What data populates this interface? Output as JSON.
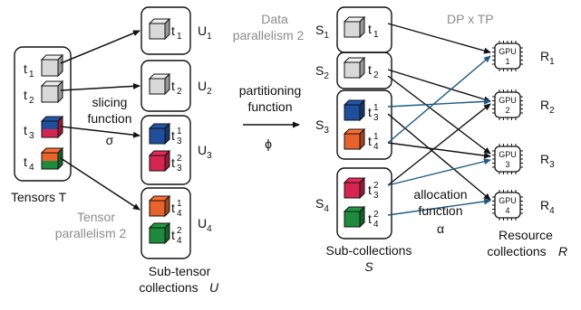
{
  "tensors": {
    "items": [
      {
        "label": "t",
        "sub": "1",
        "top": "#d9d9d9",
        "bottom": "#d9d9d9"
      },
      {
        "label": "t",
        "sub": "2",
        "top": "#d9d9d9",
        "bottom": "#d9d9d9"
      },
      {
        "label": "t",
        "sub": "3",
        "top": "#1f4e9c",
        "bottom": "#d6254f"
      },
      {
        "label": "t",
        "sub": "4",
        "top": "#e8632c",
        "bottom": "#1e8a3c"
      }
    ],
    "caption": "Tensors T"
  },
  "slicing": {
    "line1": "slicing",
    "line2": "function",
    "symbol": "σ"
  },
  "tensor_parallelism": {
    "line1": "Tensor",
    "line2": "parallelism 2"
  },
  "subtensor_collections": {
    "groups": [
      {
        "name": "U",
        "sub": "1",
        "items": [
          {
            "label": "t",
            "sub": "1",
            "sup": "",
            "color": "#d9d9d9"
          }
        ]
      },
      {
        "name": "U",
        "sub": "2",
        "items": [
          {
            "label": "t",
            "sub": "2",
            "sup": "",
            "color": "#d9d9d9"
          }
        ]
      },
      {
        "name": "U",
        "sub": "3",
        "items": [
          {
            "label": "t",
            "sub": "3",
            "sup": "1",
            "color": "#1f4e9c"
          },
          {
            "label": "t",
            "sub": "3",
            "sup": "2",
            "color": "#d6254f"
          }
        ]
      },
      {
        "name": "U",
        "sub": "4",
        "items": [
          {
            "label": "t",
            "sub": "4",
            "sup": "1",
            "color": "#e8632c"
          },
          {
            "label": "t",
            "sub": "4",
            "sup": "2",
            "color": "#1e8a3c"
          }
        ]
      }
    ],
    "caption_line1": "Sub-tensor",
    "caption_line2": "collections",
    "caption_symbol": "U"
  },
  "data_parallelism": {
    "line1": "Data",
    "line2": "parallelism 2"
  },
  "partitioning": {
    "line1": "partitioning",
    "line2": "function",
    "symbol": "ϕ"
  },
  "subcollections": {
    "groups": [
      {
        "name": "S",
        "sub": "1",
        "items": [
          {
            "label": "t",
            "sub": "1",
            "sup": "",
            "color": "#d9d9d9"
          }
        ]
      },
      {
        "name": "S",
        "sub": "2",
        "items": [
          {
            "label": "t",
            "sub": "2",
            "sup": "",
            "color": "#d9d9d9"
          }
        ]
      },
      {
        "name": "S",
        "sub": "3",
        "items": [
          {
            "label": "t",
            "sub": "3",
            "sup": "1",
            "color": "#1f4e9c"
          },
          {
            "label": "t",
            "sub": "4",
            "sup": "1",
            "color": "#e8632c"
          }
        ]
      },
      {
        "name": "S",
        "sub": "4",
        "items": [
          {
            "label": "t",
            "sub": "3",
            "sup": "2",
            "color": "#d6254f"
          },
          {
            "label": "t",
            "sub": "4",
            "sup": "2",
            "color": "#1e8a3c"
          }
        ]
      }
    ],
    "caption_line1": "Sub-collections",
    "caption_symbol": "S"
  },
  "dp_tp": "DP x TP",
  "allocation": {
    "line1": "allocation",
    "line2": "function",
    "symbol": "α"
  },
  "resources": {
    "gpus": [
      {
        "label": "GPU",
        "num": "1",
        "name": "R",
        "sub": "1"
      },
      {
        "label": "GPU",
        "num": "2",
        "name": "R",
        "sub": "2"
      },
      {
        "label": "GPU",
        "num": "3",
        "name": "R",
        "sub": "3"
      },
      {
        "label": "GPU",
        "num": "4",
        "name": "R",
        "sub": "4"
      }
    ],
    "caption_line1": "Resource",
    "caption_line2": "collections",
    "caption_symbol": "R"
  },
  "colors": {
    "line": "#111111",
    "blue_arrow": "#1d5a86",
    "gray_text": "#8c8c8c",
    "box_border": "#111111"
  }
}
